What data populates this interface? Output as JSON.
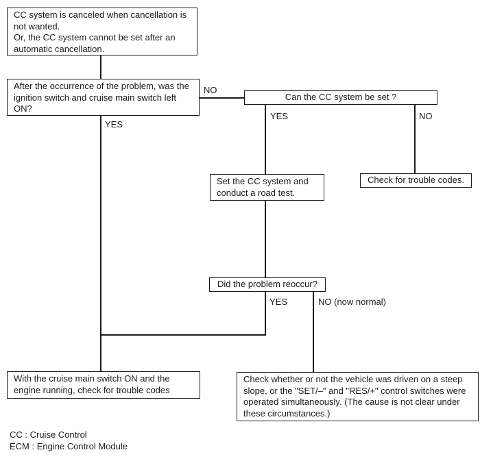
{
  "flow": {
    "line_color": "#1a1a1a",
    "boxes": {
      "symptom": "CC system is canceled when cancellation is\nnot wanted.\nOr, the CC system cannot be set after an\nautomatic cancellation.",
      "ignition_question": "After the occurrence of the problem, was the\nignition switch and cruise main switch left\nON?",
      "can_set_question": "Can the CC system be set ?",
      "road_test": "Set the CC system and\nconduct a road test.",
      "check_trouble_codes": "Check for trouble codes.",
      "reoccur_question": "Did the problem reoccur?",
      "check_codes_engine_running": "With the cruise main switch ON and the\nengine running, check for trouble codes",
      "steep_slope_note": "Check whether or not the vehicle was driven on a steep\nslope, or the \"SET/–\" and \"RES/+\" control switches were\noperated simultaneously. (The cause is not clear under\nthese circumstances.)"
    },
    "labels": {
      "no1": "NO",
      "yes1": "YES",
      "yes2": "YES",
      "no2": "NO",
      "yes3": "YES",
      "no3": "NO (now normal)"
    },
    "legend": {
      "cc": "CC : Cruise Control",
      "ecm": "ECM : Engine Control Module"
    }
  }
}
